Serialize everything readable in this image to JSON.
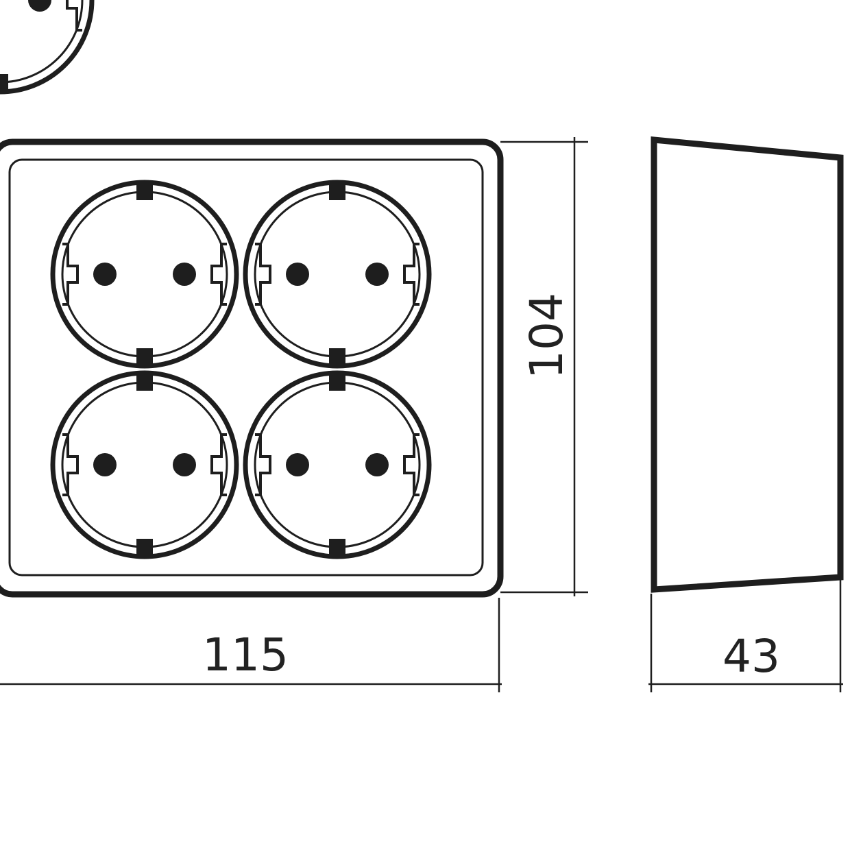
{
  "dimensions": {
    "width": "115",
    "height": "104",
    "depth": "43"
  },
  "colors": {
    "line": "#1e1e1e",
    "background": "#ffffff"
  }
}
